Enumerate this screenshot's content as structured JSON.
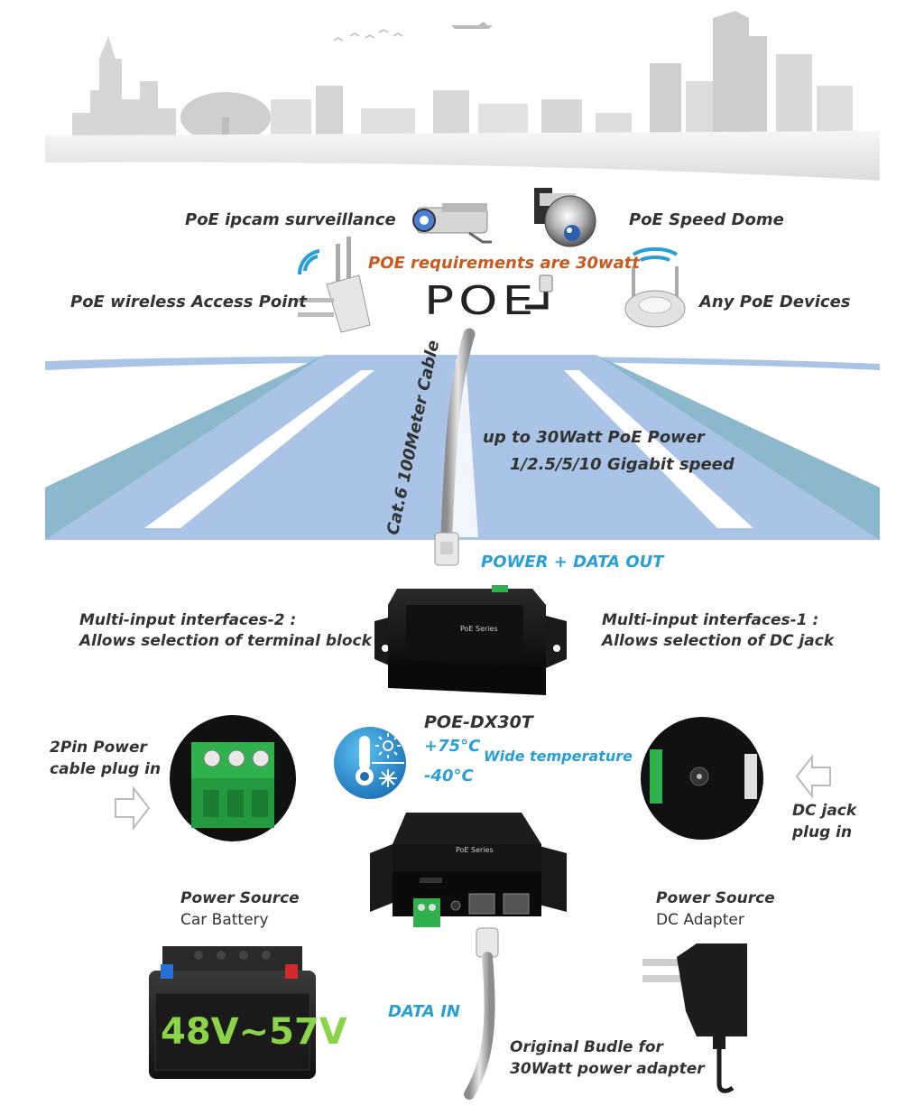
{
  "colors": {
    "accent_blue": "#2a9fd6",
    "highlight_orange": "#c75a1e",
    "road_blue": "#a9c4e6",
    "road_edge": "#7fb3c2",
    "battery_green": "#8bd44a",
    "terminal_green": "#2fb24d"
  },
  "labels": {
    "ipcam": "PoE ipcam surveillance",
    "speed_dome": "PoE Speed Dome",
    "poe_requirement": "POE requirements are 30watt",
    "wireless_ap": "PoE wireless Access Point",
    "any_devices": "Any PoE Devices",
    "poe_logo": "POE",
    "cable": "Cat.6  100Meter Cable",
    "power_line1": "up to 30Watt PoE Power",
    "power_line2": "1/2.5/5/10 Gigabit speed",
    "power_data_out": "POWER + DATA OUT",
    "multi_input_2_line1": "Multi-input interfaces-2 :",
    "multi_input_2_line2": "Allows selection of terminal block",
    "multi_input_1_line1": "Multi-input interfaces-1 :",
    "multi_input_1_line2": "Allows selection of DC jack",
    "model": "POE-DX30T",
    "temp_high": "+75°C",
    "temp_low": "-40°C",
    "wide_temp": "Wide temperature",
    "pin_power_line1": "2Pin Power",
    "pin_power_line2": "cable plug in",
    "dc_jack_line1": "DC jack",
    "dc_jack_line2": "plug in",
    "power_source_left_title": "Power Source",
    "power_source_left_sub": "Car Battery",
    "power_source_right_title": "Power Source",
    "power_source_right_sub": "DC Adapter",
    "battery_voltage": "48V~57V",
    "data_in": "DATA IN",
    "bundle_line1": "Original Budle for",
    "bundle_line2": "30Watt power adapter",
    "device_brand": "PoE Series"
  },
  "icons": [
    "city-skyline-icon",
    "bird-flock-icon",
    "airplane-icon",
    "ip-camera-icon",
    "speed-dome-icon",
    "wifi-icon",
    "access-point-icon",
    "poe-device-icon",
    "rj45-plug-icon",
    "thermometer-icon",
    "sun-icon",
    "snowflake-icon",
    "arrow-right-icon",
    "arrow-left-icon",
    "terminal-block-icon",
    "dc-jack-icon",
    "car-battery-icon",
    "dc-adapter-icon"
  ]
}
